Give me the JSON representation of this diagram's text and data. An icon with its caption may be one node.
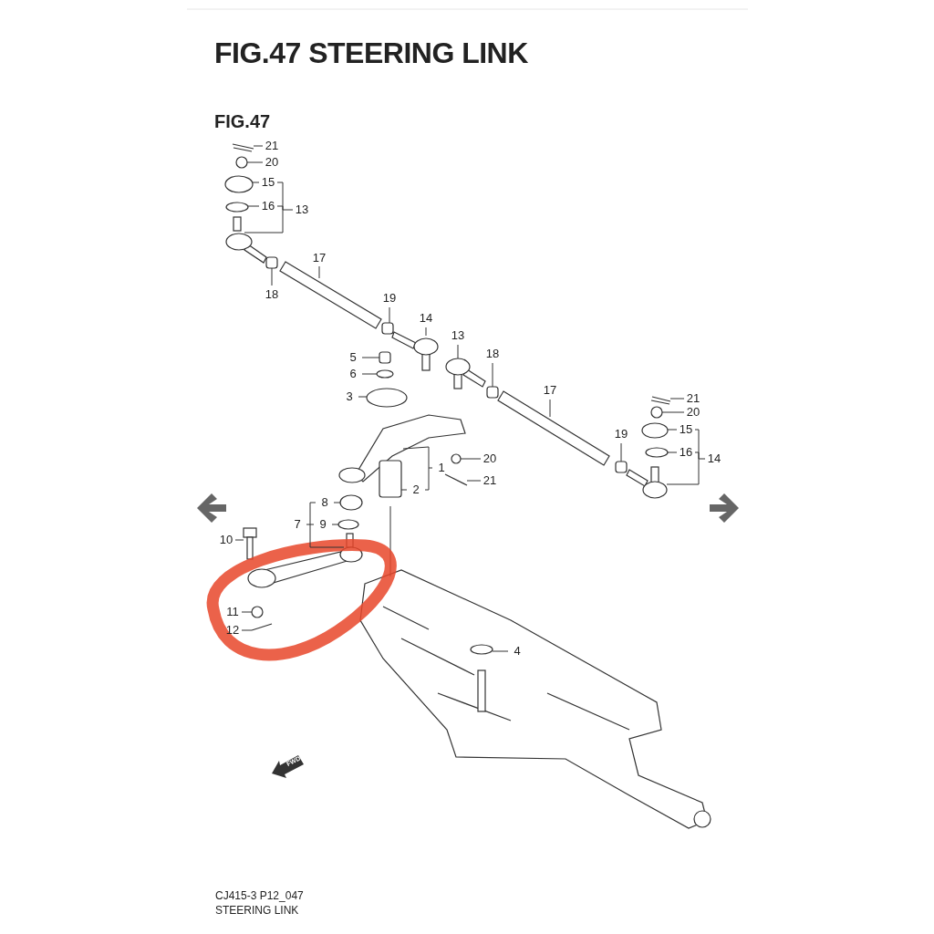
{
  "diagram": {
    "title": "FIG.47 STEERING LINK",
    "nodes": [
      {
        "text": [
          "21"
        ]
      },
      {
        "text": [
          "20"
        ]
      },
      {
        "text": [
          "15"
        ]
      },
      {
        "text": [
          "16"
        ]
      },
      {
        "text": [
          "13"
        ]
      },
      {
        "text": [
          "17"
        ]
      },
      {
        "text": [
          "18"
        ]
      },
      {
        "text": [
          "19"
        ]
      },
      {
        "text": [
          "14"
        ]
      },
      {
        "text": [
          "13"
        ]
      },
      {
        "text": [
          "18"
        ]
      },
      {
        "text": [
          "5"
        ]
      },
      {
        "text": [
          "6"
        ]
      },
      {
        "text": [
          "3"
        ]
      },
      {
        "text": [
          "17"
        ]
      },
      {
        "text": [
          "21"
        ]
      },
      {
        "text": [
          "20"
        ]
      },
      {
        "text": [
          "15"
        ]
      },
      {
        "text": [
          "16"
        ]
      },
      {
        "text": [
          "14"
        ]
      },
      {
        "text": [
          "19"
        ]
      },
      {
        "text": [
          "20"
        ]
      },
      {
        "text": [
          "21"
        ]
      },
      {
        "text": [
          "1"
        ]
      },
      {
        "text": [
          "2"
        ]
      },
      {
        "text": [
          "8"
        ]
      },
      {
        "text": [
          "9"
        ]
      },
      {
        "text": [
          "7"
        ]
      },
      {
        "text": [
          "10"
        ]
      },
      {
        "text": [
          "11"
        ]
      },
      {
        "text": [
          "12"
        ]
      },
      {
        "text": [
          "4"
        ]
      },
      {
        "text": [],
        "shape": "picture"
      },
      {
        "text": [],
        "shape": "circle"
      },
      {
        "text": [],
        "shape": "circle"
      },
      {
        "text": [],
        "shape": "circle"
      },
      {
        "text": [],
        "shape": "picture"
      },
      {
        "text": [],
        "shape": "picture"
      },
      {
        "text": [],
        "shape": "box"
      },
      {
        "text": [],
        "shape": "box"
      },
      {
        "text": [],
        "shape": "picture"
      },
      {
        "text": [],
        "shape": "picture"
      },
      {
        "text": [],
        "shape": "box"
      },
      {
        "text": [],
        "shape": "box"
      },
      {
        "text": [],
        "shape": "circle"
      },
      {
        "text": [],
        "shape": "circle"
      },
      {
        "text": [],
        "shape": "picture"
      },
      {
        "text": [],
        "shape": "picture"
      },
      {
        "text": [],
        "shape": "circle"
      },
      {
        "text": [],
        "shape": "circle"
      },
      {
        "text": [],
        "shape": "circle"
      },
      {
        "text": [],
        "shape": "picture"
      },
      {
        "text": [],
        "shape": "box"
      },
      {
        "text": [],
        "shape": "circle"
      },
      {
        "text": [],
        "shape": "picture"
      },
      {
        "text": [],
        "shape": "picture"
      },
      {
        "text": [],
        "shape": "box"
      },
      {
        "text": [],
        "shape": "circle"
      },
      {
        "text": [],
        "shape": "circle"
      },
      {
        "text": [],
        "shape": "picture"
      },
      {
        "text": [],
        "shape": "picture"
      },
      {
        "text": [],
        "shape": "circle"
      },
      {
        "text": [],
        "shape": "picture"
      },
      {
        "text": [],
        "shape": "circle"
      }
    ],
    "edges": [
      {
        "from": 0,
        "to": 32,
        "arrow": "none"
      },
      {
        "from": 1,
        "to": 33,
        "arrow": "none"
      },
      {
        "from": 2,
        "to": 34,
        "arrow": "none"
      },
      {
        "from": 3,
        "to": 35,
        "arrow": "none"
      },
      {
        "from": 4,
        "to": 36,
        "arrow": "none"
      },
      {
        "from": 5,
        "to": 37,
        "arrow": "none"
      },
      {
        "from": 6,
        "to": 38,
        "arrow": "none"
      },
      {
        "from": 7,
        "to": 39,
        "arrow": "none"
      },
      {
        "from": 8,
        "to": 40,
        "arrow": "none"
      },
      {
        "from": 9,
        "to": 41,
        "arrow": "none"
      },
      {
        "from": 10,
        "to": 42,
        "arrow": "none"
      },
      {
        "from": 11,
        "to": 43,
        "arrow": "none"
      },
      {
        "from": 12,
        "to": 44,
        "arrow": "none"
      },
      {
        "from": 13,
        "to": 45,
        "arrow": "none"
      },
      {
        "from": 14,
        "to": 46,
        "arrow": "none"
      },
      {
        "from": 15,
        "to": 47,
        "arrow": "none"
      },
      {
        "from": 16,
        "to": 48,
        "arrow": "none"
      },
      {
        "from": 17,
        "to": 49,
        "arrow": "none"
      },
      {
        "from": 18,
        "to": 50,
        "arrow": "none"
      },
      {
        "from": 19,
        "to": 51,
        "arrow": "none"
      },
      {
        "from": 20,
        "to": 52,
        "arrow": "none"
      },
      {
        "from": 21,
        "to": 53,
        "arrow": "none"
      },
      {
        "from": 22,
        "to": 54,
        "arrow": "none"
      },
      {
        "from": 23,
        "to": 55,
        "arrow": "none"
      },
      {
        "from": 24,
        "to": 56,
        "arrow": "none"
      },
      {
        "from": 25,
        "to": 57,
        "arrow": "none"
      },
      {
        "from": 26,
        "to": 58,
        "arrow": "none"
      },
      {
        "from": 27,
        "to": 59,
        "arrow": "none"
      },
      {
        "from": 28,
        "to": 60,
        "arrow": "none"
      },
      {
        "from": 29,
        "to": 61,
        "arrow": "none"
      },
      {
        "from": 30,
        "to": 62,
        "arrow": "none"
      },
      {
        "from": 31,
        "to": 63,
        "arrow": "none"
      },
      {
        "from": 4,
        "to": 2,
        "arrow": "none"
      },
      {
        "from": 4,
        "to": 3,
        "arrow": "none"
      },
      {
        "from": 19,
        "to": 17,
        "arrow": "none"
      },
      {
        "from": 19,
        "to": 18,
        "arrow": "none"
      },
      {
        "from": 23,
        "to": 24,
        "arrow": "none"
      },
      {
        "from": 27,
        "to": 25,
        "arrow": "none"
      },
      {
        "from": 27,
        "to": 26,
        "arrow": "none"
      }
    ],
    "labels": [
      "FIG.47",
      "FWD",
      "CJ415-3 P12_047",
      "STEERING LINK"
    ]
  }
}
